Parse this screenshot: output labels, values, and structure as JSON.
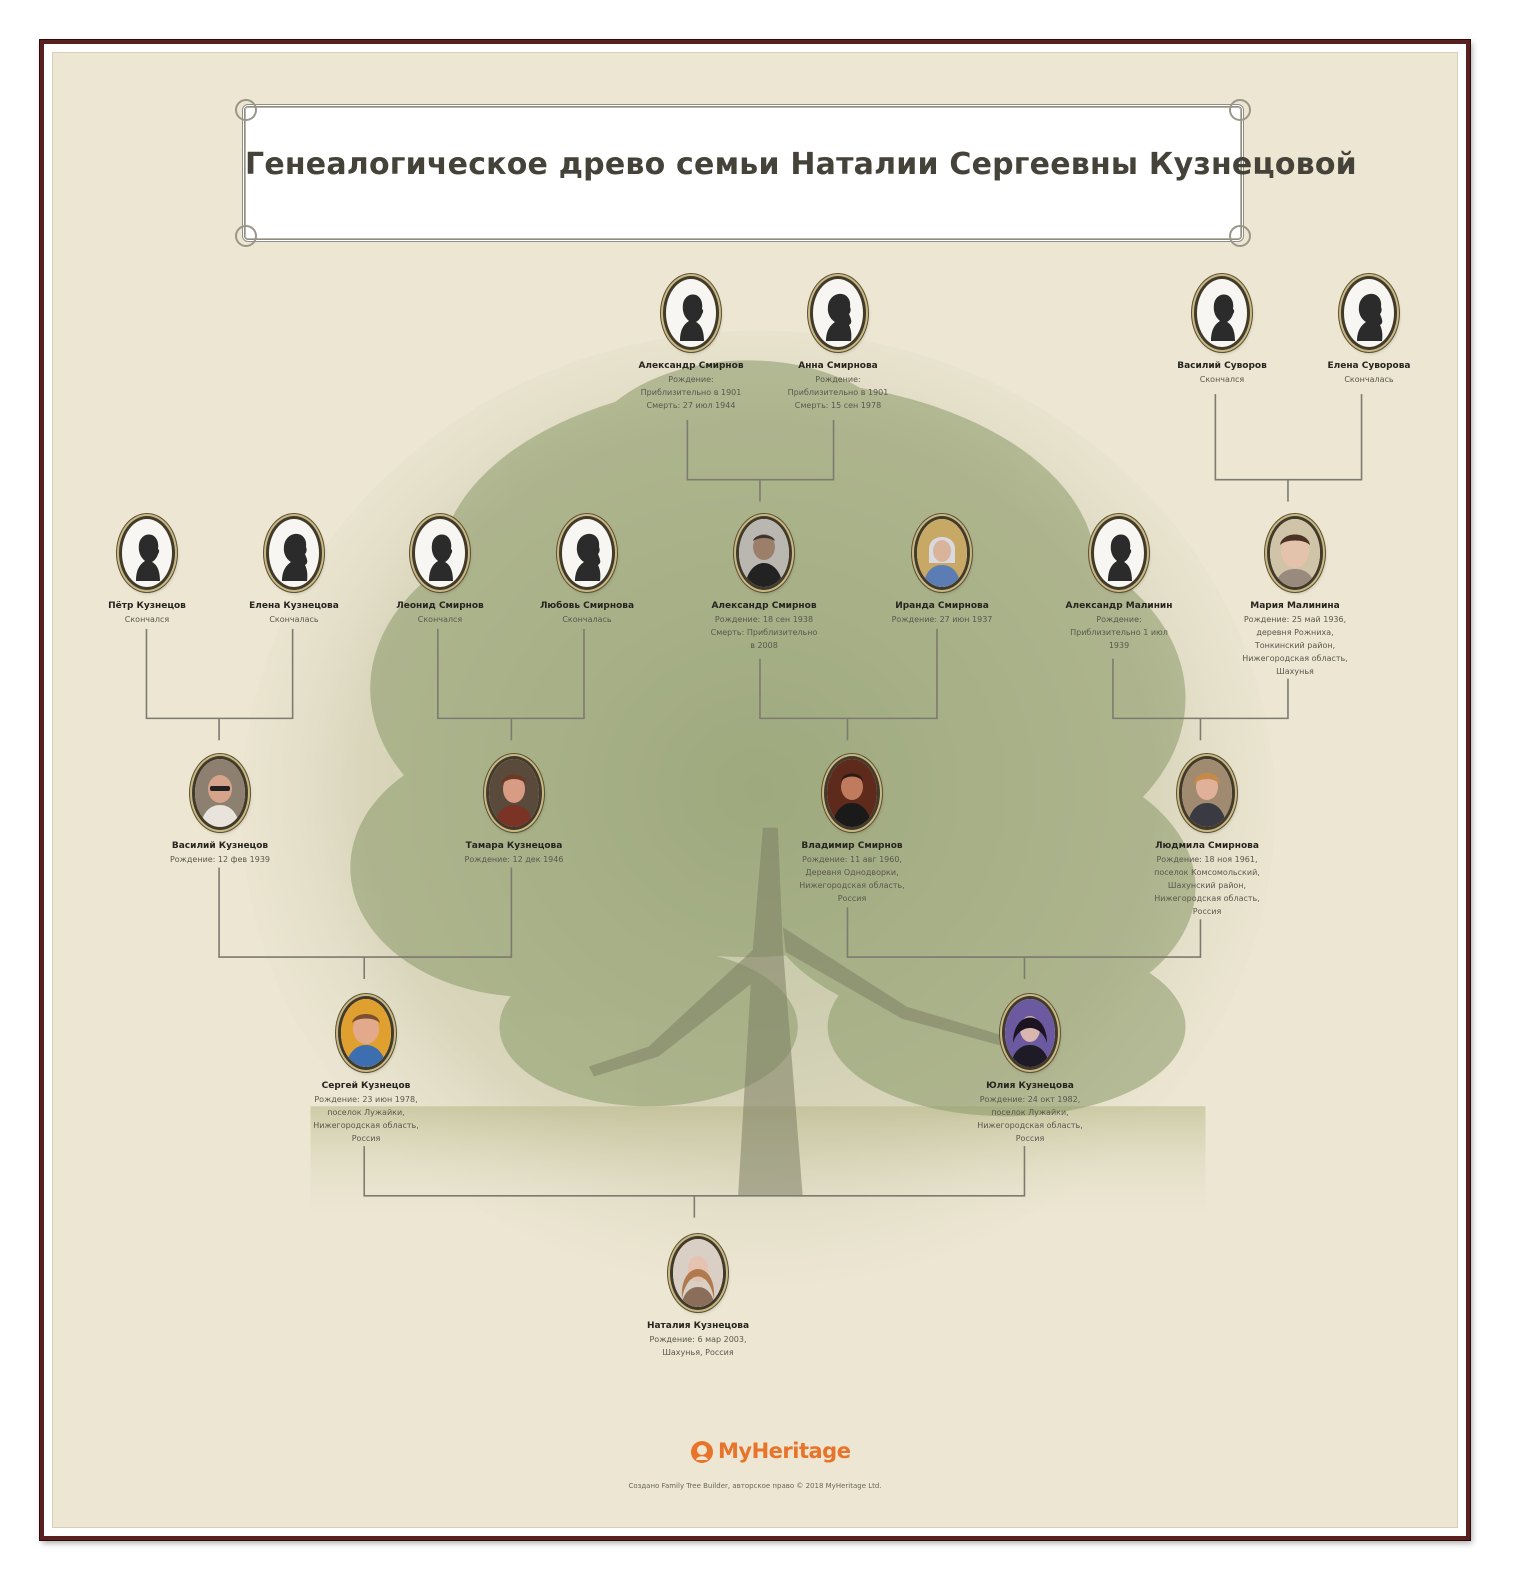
{
  "title": "Генеалогическое древо семьи Наталии Сергеевны Кузнецовой",
  "people": {
    "aleksandr_smirnov_sr": {
      "name": "Александр Смирнов",
      "details": [
        "Рождение:",
        "Приблизительно в 1901",
        "Смерть: 27 июл 1944"
      ],
      "portrait": "silhouette-male"
    },
    "anna_smirnova": {
      "name": "Анна Смирнова",
      "details": [
        "Рождение:",
        "Приблизительно в 1901",
        "Смерть: 15 сен 1978"
      ],
      "portrait": "silhouette-female"
    },
    "vasiliy_suvorov": {
      "name": "Василий Суворов",
      "details": [
        "Скончался"
      ],
      "portrait": "silhouette-male"
    },
    "elena_suvorova": {
      "name": "Елена Суворова",
      "details": [
        "Скончалась"
      ],
      "portrait": "silhouette-female"
    },
    "petr_kuznetsov": {
      "name": "Пётр Кузнецов",
      "details": [
        "Скончался"
      ],
      "portrait": "silhouette-male"
    },
    "elena_kuznetsova": {
      "name": "Елена Кузнецова",
      "details": [
        "Скончалась"
      ],
      "portrait": "silhouette-female"
    },
    "leonid_smirnov": {
      "name": "Леонид Смирнов",
      "details": [
        "Скончался"
      ],
      "portrait": "silhouette-male"
    },
    "lyubov_smirnova": {
      "name": "Любовь Смирнова",
      "details": [
        "Скончалась"
      ],
      "portrait": "silhouette-female"
    },
    "aleksandr_smirnov": {
      "name": "Александр Смирнов",
      "details": [
        "Рождение: 18 сен 1938",
        "Смерть: Приблизительно",
        "в 2008"
      ],
      "portrait": "photo"
    },
    "iranda_smirnova": {
      "name": "Иранда Смирнова",
      "details": [
        "Рождение: 27 июн 1937"
      ],
      "portrait": "photo"
    },
    "aleksandr_malinin": {
      "name": "Александр Малинин",
      "details": [
        "Рождение:",
        "Приблизительно 1 июл",
        "1939"
      ],
      "portrait": "silhouette-male"
    },
    "mariya_malinina": {
      "name": "Мария Малинина",
      "details": [
        "Рождение: 25 май 1936,",
        "деревня Рожниха,",
        "Тонкинский район,",
        "Нижегородская область,",
        "Шахунья"
      ],
      "portrait": "photo"
    },
    "vasiliy_kuznetsov": {
      "name": "Василий Кузнецов",
      "details": [
        "Рождение: 12 фев 1939"
      ],
      "portrait": "photo"
    },
    "tamara_kuznetsova": {
      "name": "Тамара Кузнецова",
      "details": [
        "Рождение: 12 дек 1946"
      ],
      "portrait": "photo"
    },
    "vladimir_smirnov": {
      "name": "Владимир Смирнов",
      "details": [
        "Рождение: 11 авг 1960,",
        "Деревня Однодворки,",
        "Нижегородская область,",
        "Россия"
      ],
      "portrait": "photo"
    },
    "lyudmila_smirnova": {
      "name": "Людмила Смирнова",
      "details": [
        "Рождение: 18 ноя 1961,",
        "поселок Комсомольский,",
        "Шахунский район,",
        "Нижегородская область,",
        "Россия"
      ],
      "portrait": "photo"
    },
    "sergey_kuznetsov": {
      "name": "Сергей Кузнецов",
      "details": [
        "Рождение: 23 июн 1978,",
        "поселок Лужайки,",
        "Нижегородская область,",
        "Россия"
      ],
      "portrait": "photo"
    },
    "yuliya_kuznetsova": {
      "name": "Юлия Кузнецова",
      "details": [
        "Рождение: 24 окт 1982,",
        "поселок Лужайки,",
        "Нижегородская область,",
        "Россия"
      ],
      "portrait": "photo"
    },
    "nataliya_kuznetsova": {
      "name": "Наталия Кузнецова",
      "details": [
        "Рождение: 6 мар 2003,",
        "Шахунья, Россия"
      ],
      "portrait": "photo"
    }
  },
  "footer": {
    "logo_text": "MyHeritage",
    "copyright": "Создано Family Tree Builder, авторское право © 2018 MyHeritage Ltd."
  },
  "colors": {
    "frame": "#5a1f1f",
    "paper": "#ece6d2",
    "connector": "#7d7a70",
    "logo": "#e8732a"
  }
}
